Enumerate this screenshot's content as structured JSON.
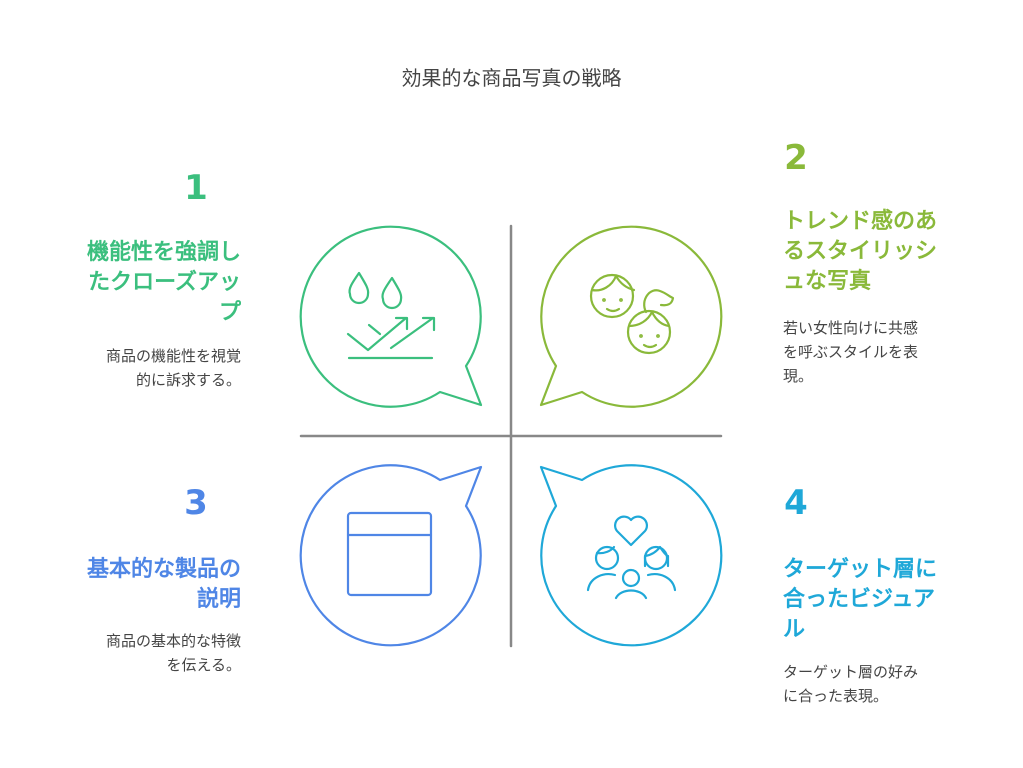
{
  "title": "効果的な商品写真の戦略",
  "colors": {
    "green": "#3bbf7e",
    "lime": "#8ab93a",
    "blue": "#4f86e6",
    "cyan": "#1fa8d8",
    "divider": "#888888"
  },
  "items": [
    {
      "number": "1",
      "title_lines": [
        "機能性を強調し",
        "たクローズアッ",
        "プ"
      ],
      "desc_lines": [
        "商品の機能性を視覚",
        "的に訴求する。"
      ],
      "icon": "water-drops-trend-arrows-icon"
    },
    {
      "number": "2",
      "title_lines": [
        "トレンド感のあ",
        "るスタイリッシ",
        "ュな写真"
      ],
      "desc_lines": [
        "若い女性向けに共感",
        "を呼ぶスタイルを表",
        "現。"
      ],
      "icon": "two-faces-icon"
    },
    {
      "number": "3",
      "title_lines": [
        "基本的な製品の",
        "説明"
      ],
      "desc_lines": [
        "商品の基本的な特徴",
        "を伝える。"
      ],
      "icon": "window-frame-icon"
    },
    {
      "number": "4",
      "title_lines": [
        "ターゲット層に",
        "合ったビジュア",
        "ル"
      ],
      "desc_lines": [
        "ターゲット層の好み",
        "に合った表現。"
      ],
      "icon": "people-heart-icon"
    }
  ]
}
